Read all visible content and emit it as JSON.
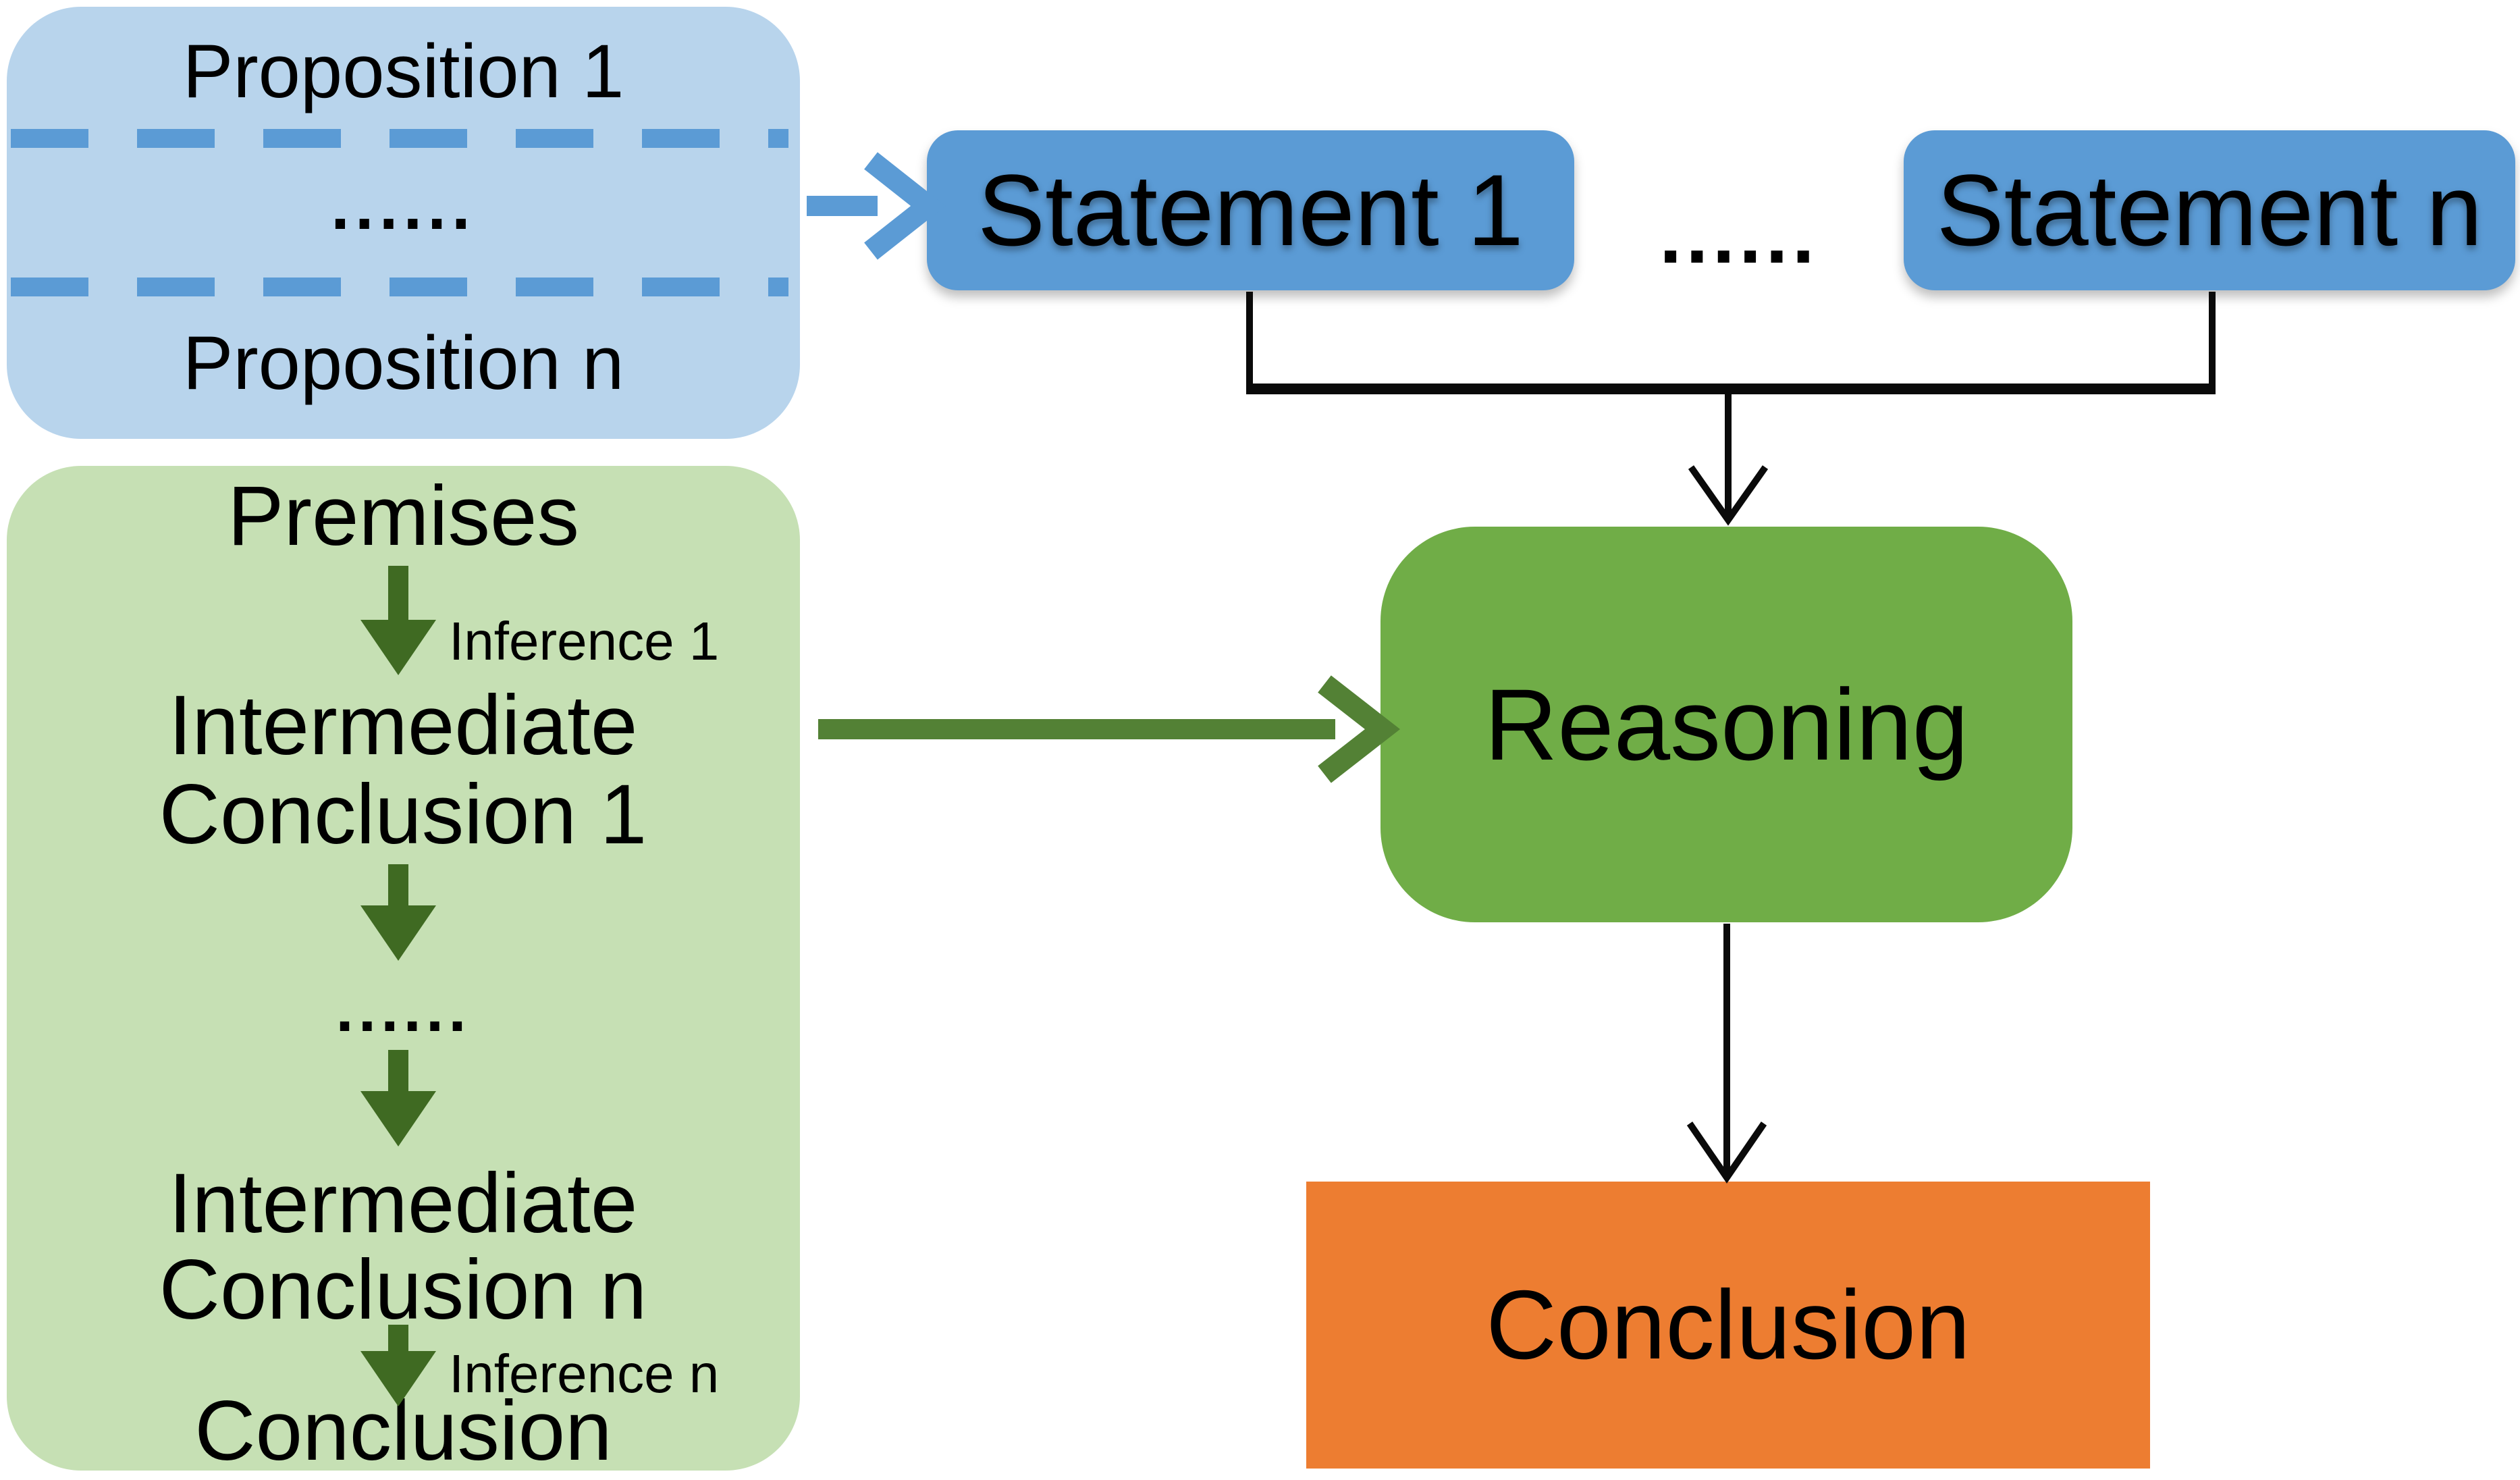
{
  "propositions": {
    "line1": "Proposition 1",
    "dots": "......",
    "line2": "Proposition n"
  },
  "statements": {
    "first": "Statement 1",
    "dots": "......",
    "last": "Statement n"
  },
  "reasoning": {
    "label": "Reasoning"
  },
  "conclusion": {
    "label": "Conclusion"
  },
  "derivation": {
    "premises": "Premises",
    "inference1": "Inference 1",
    "intermediate1": "Intermediate Conclusion 1",
    "dots": "......",
    "intermediate_n": "Intermediate Conclusion n",
    "inference_n": "Inference n",
    "conclusion": "Conclusion"
  },
  "colors": {
    "proposition_fill": "#B8D4EC",
    "statement_fill": "#5B9BD5",
    "blue_accent": "#5B9BD5",
    "reasoning_fill": "#70AD47",
    "derivation_fill": "#C6E0B4",
    "green_arrow": "#538135",
    "dark_green_arrow": "#3F6A22",
    "conclusion_fill": "#ED7D31",
    "line_black": "#0A0A0A",
    "text": "#000000"
  }
}
